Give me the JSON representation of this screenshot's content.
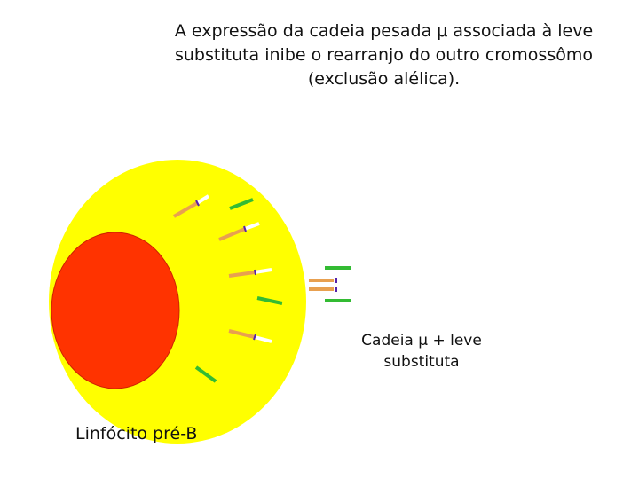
{
  "title": {
    "line1": "A expressão da cadeia pesada μ associada à leve",
    "line2": "substituta inibe o rearranjo do outro cromossômo",
    "line3": "(exclusão alélica)."
  },
  "labels": {
    "chain_line1": "Cadeia μ + leve",
    "chain_line2": "substituta",
    "cell": "Linfócito pré-B"
  },
  "colors": {
    "cytoplasm": "#ffff00",
    "nucleus": "#ff3300",
    "surrogate_light_chain": "#33bb33",
    "heavy_chain_segment": "#e8a050",
    "heavy_chain_tip": "#ffffff",
    "marker": "#5522aa"
  }
}
